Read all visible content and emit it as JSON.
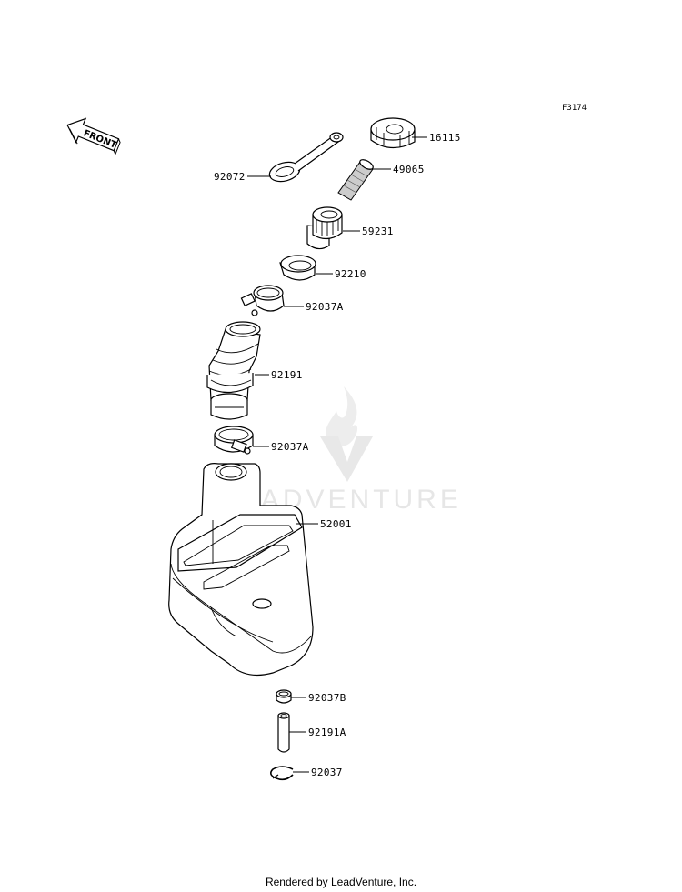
{
  "figure_code": "F3174",
  "front_label": "FRONT",
  "watermark": "LEADVENTURE",
  "footer": "Rendered by LeadVenture, Inc.",
  "parts": {
    "cap": "16115",
    "filter": "49065",
    "strap": "92072",
    "filler_neck": "59231",
    "nut": "92210",
    "clamp_upper": "92037A",
    "hose": "92191",
    "clamp_lower": "92037A",
    "tank": "52001",
    "clamp_small": "92037B",
    "hose_small": "92191A",
    "clip": "92037"
  }
}
